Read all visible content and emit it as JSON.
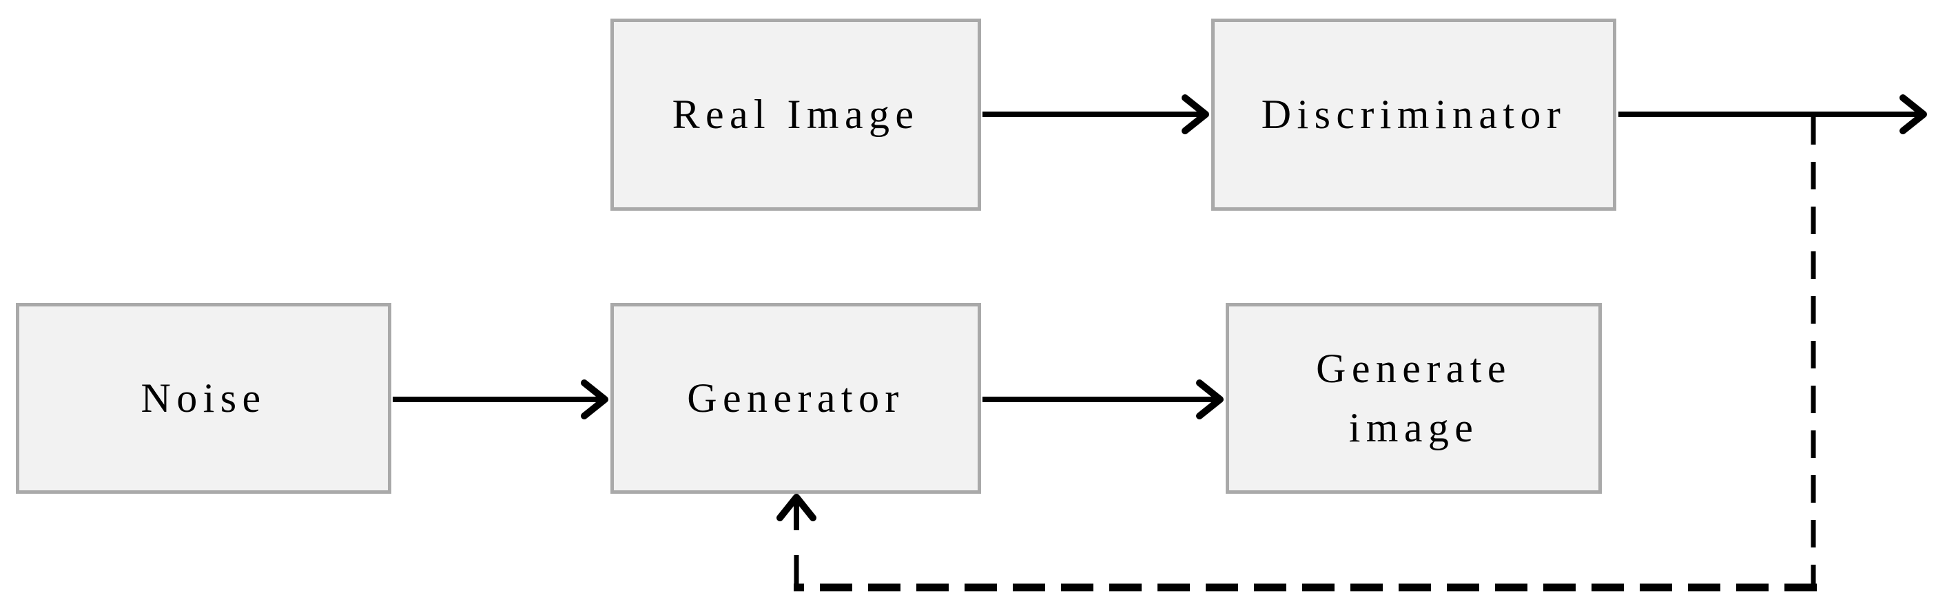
{
  "diagram": {
    "type": "flowchart",
    "nodes": {
      "real_image": {
        "label": "Real Image"
      },
      "discriminator": {
        "label": "Discriminator"
      },
      "noise": {
        "label": "Noise"
      },
      "generator": {
        "label": "Generator"
      },
      "generate_image": {
        "label": "Generate\nimage"
      }
    },
    "edges": [
      {
        "from": "Real Image",
        "to": "Discriminator",
        "style": "solid-arrow"
      },
      {
        "from": "Discriminator",
        "to": "right-edge-output",
        "style": "solid-arrow"
      },
      {
        "from": "Noise",
        "to": "Generator",
        "style": "solid-arrow"
      },
      {
        "from": "Generator",
        "to": "Generate image",
        "style": "solid-arrow"
      },
      {
        "from": "Discriminator output line",
        "to": "Generator",
        "style": "dashed-feedback-arrow"
      }
    ],
    "colors": {
      "background": "#ffffff",
      "node_fill": "#f2f2f2",
      "node_border": "#a9a9a9",
      "line": "#000000",
      "text": "#000000"
    }
  }
}
